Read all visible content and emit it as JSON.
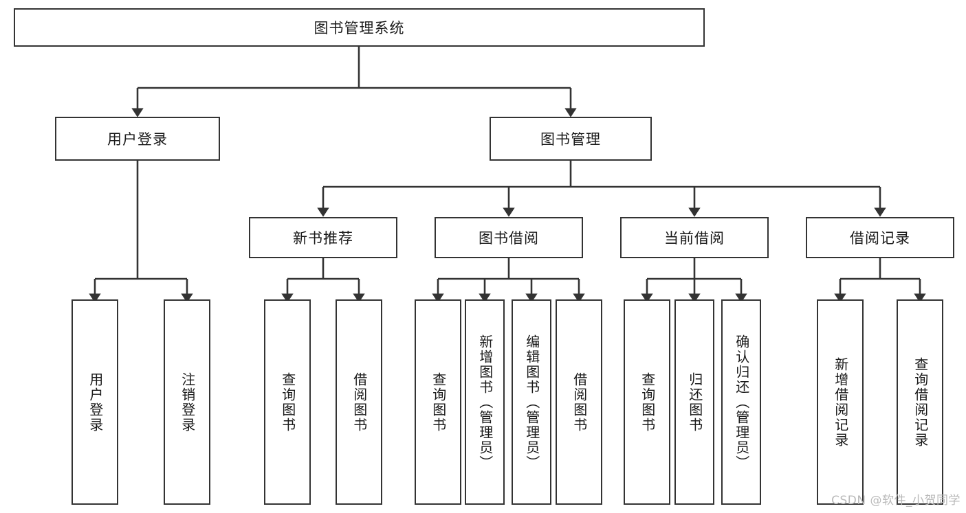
{
  "diagram": {
    "title": "图书管理系统",
    "type": "hierarchy-tree",
    "root": {
      "label": "图书管理系统"
    },
    "level2": [
      {
        "label": "用户登录"
      },
      {
        "label": "图书管理"
      }
    ],
    "level3": [
      {
        "label": "新书推荐"
      },
      {
        "label": "图书借阅"
      },
      {
        "label": "当前借阅"
      },
      {
        "label": "借阅记录"
      }
    ],
    "leaves": {
      "user_login": [
        {
          "label": "用户登录"
        },
        {
          "label": "注销登录"
        }
      ],
      "new_book_recommend": [
        {
          "label": "查询图书"
        },
        {
          "label": "借阅图书"
        }
      ],
      "book_borrow": [
        {
          "label": "查询图书"
        },
        {
          "label": "新增图书（管理员）"
        },
        {
          "label": "编辑图书（管理员）"
        },
        {
          "label": "借阅图书"
        }
      ],
      "current_borrow": [
        {
          "label": "查询图书"
        },
        {
          "label": "归还图书"
        },
        {
          "label": "确认归还（管理员）"
        }
      ],
      "borrow_record": [
        {
          "label": "新增借阅记录"
        },
        {
          "label": "查询借阅记录"
        }
      ]
    }
  },
  "watermark": {
    "text": "CSDN @软件_小贺同学"
  },
  "colors": {
    "border": "#333333",
    "text": "#1a1a1a",
    "background": "#ffffff",
    "watermark": "#b9b9b9"
  }
}
